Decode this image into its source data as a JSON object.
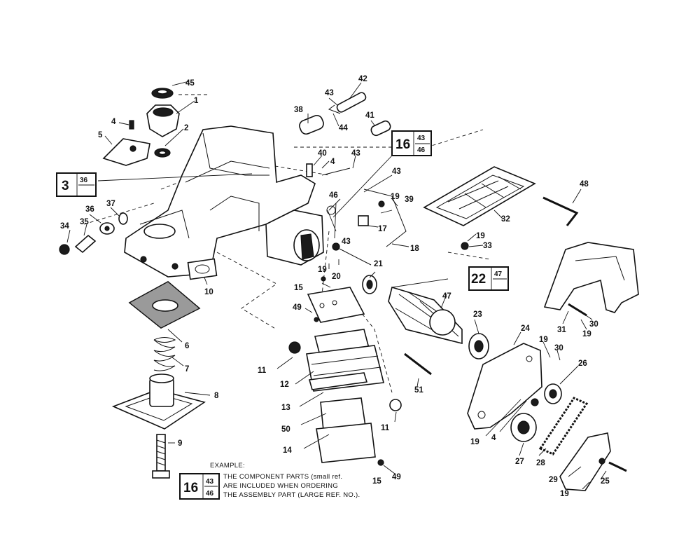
{
  "callout_numbers": {
    "n1": "1",
    "n2": "2",
    "n4a": "4",
    "n4b": "4",
    "n4c": "4",
    "n5": "5",
    "n6": "6",
    "n7": "7",
    "n8": "8",
    "n9": "9",
    "n10": "10",
    "n11a": "11",
    "n11b": "11",
    "n12": "12",
    "n13": "13",
    "n14": "14",
    "n15a": "15",
    "n15b": "15",
    "n17": "17",
    "n18": "18",
    "n19a": "19",
    "n19b": "19",
    "n19c": "19",
    "n19d": "19",
    "n19e": "19",
    "n19f": "19",
    "n19g": "19",
    "n20": "20",
    "n21": "21",
    "n23": "23",
    "n24": "24",
    "n25": "25",
    "n26": "26",
    "n27": "27",
    "n28": "28",
    "n29": "29",
    "n30a": "30",
    "n30b": "30",
    "n31": "31",
    "n32": "32",
    "n33": "33",
    "n34": "34",
    "n35": "35",
    "n36": "36",
    "n37": "37",
    "n38": "38",
    "n39": "39",
    "n40": "40",
    "n41": "41",
    "n42": "42",
    "n43a": "43",
    "n43b": "43",
    "n43c": "43",
    "n43d": "43",
    "n44": "44",
    "n45": "45",
    "n46": "46",
    "n47": "47",
    "n48": "48",
    "n49a": "49",
    "n49b": "49",
    "n50": "50",
    "n51": "51"
  },
  "assembly_boxes": {
    "box_3": {
      "main": "3",
      "top": "36",
      "bottom": ""
    },
    "box_16": {
      "main": "16",
      "top": "43",
      "bottom": "46"
    },
    "box_22": {
      "main": "22",
      "top": "47",
      "bottom": ""
    }
  },
  "example": {
    "heading": "EXAMPLE:",
    "box_main": "16",
    "box_top": "43",
    "box_bottom": "46",
    "line1": "THE COMPONENT PARTS (small ref.",
    "line2": "ARE INCLUDED WHEN ORDERING",
    "line3": "THE ASSEMBLY PART (LARGE REF. NO.)."
  }
}
